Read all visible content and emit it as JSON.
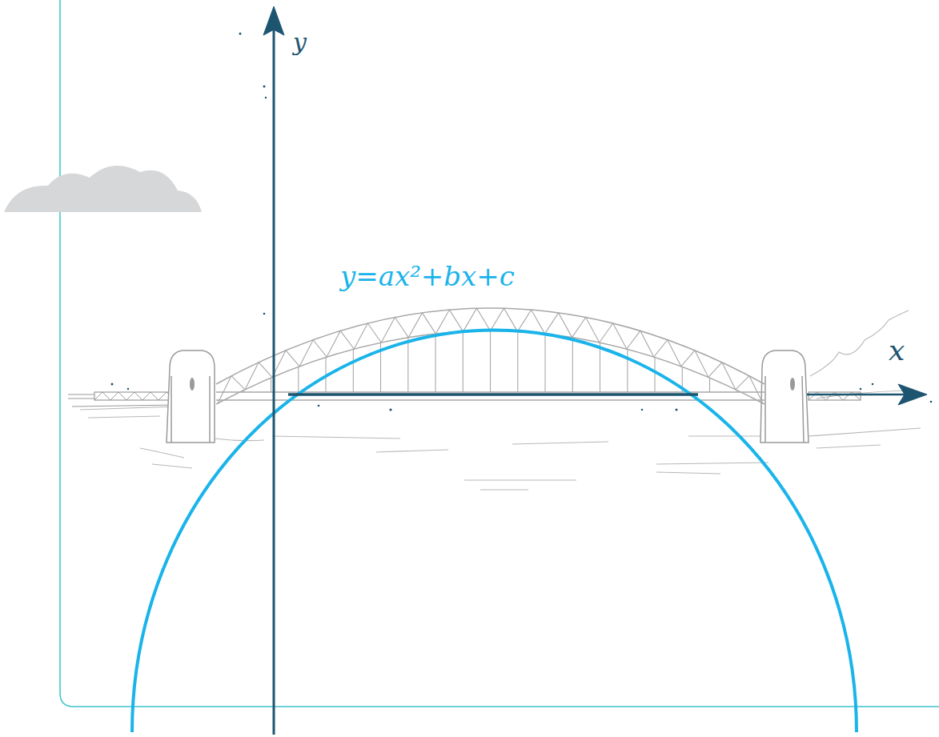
{
  "diagram": {
    "labels": [
      "y=ax²+bx+c",
      "y",
      "x"
    ]
  }
}
